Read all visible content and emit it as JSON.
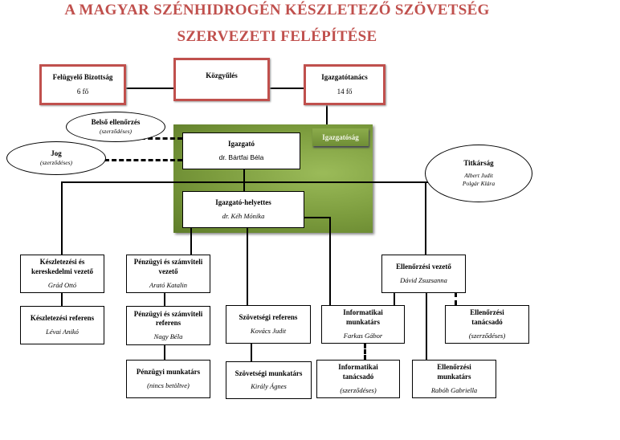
{
  "title": {
    "line1": "A MAGYAR SZÉNHIDROGÉN KÉSZLETEZŐ SZÖVETSÉG",
    "line2": "SZERVEZETI FELÉPÍTÉSE"
  },
  "colors": {
    "title": "#c0504d",
    "board_border": "#c0504d",
    "directorate": "#7a9a3c"
  },
  "board": {
    "felugyelo": {
      "title": "Felügyelő Bizottság",
      "note": "6 fő"
    },
    "kozgyules": {
      "title": "Közgyűlés"
    },
    "igazgatotanacs": {
      "title": "Igazgatótanács",
      "note": "14 fő"
    }
  },
  "directorate_label": "Igazgatóság",
  "ellipses": {
    "belso": {
      "title": "Belső ellenőrzés",
      "note": "(szerződéses)"
    },
    "jog": {
      "title": "Jog",
      "note": "(szerződéses)"
    },
    "titkarsag": {
      "title": "Titkárság",
      "names": [
        "Albert Judit",
        "Polgár Klára"
      ]
    }
  },
  "boxes": {
    "igazgato": {
      "title": "Igazgató",
      "name": "dr. Bártfai Béla"
    },
    "helyettes": {
      "title": "Igazgató-helyettes",
      "name": "dr. Kéh Mónika"
    },
    "kesz_vez": {
      "title": "Készletezési és kereskedelmi vezető",
      "name": "Grád Ottó"
    },
    "kesz_ref": {
      "title": "Készletezési referens",
      "name": "Lévai Anikó"
    },
    "penz_vez": {
      "title": "Pénzügyi és számviteli vezető",
      "name": "Arató Katalin"
    },
    "penz_ref": {
      "title": "Pénzügyi és számviteli referens",
      "name": "Nagy Béla"
    },
    "penz_mt": {
      "title": "Pénzügyi munkatárs",
      "name": "(nincs betöltve)"
    },
    "szov_ref": {
      "title": "Szövetségi referens",
      "name": "Kovács Judit"
    },
    "szov_mt": {
      "title": "Szövetségi munkatárs",
      "name": "Király Ágnes"
    },
    "info_mt": {
      "title": "Informatikai munkatárs",
      "name": "Farkas Gábor"
    },
    "info_tan": {
      "title": "Informatikai tanácsadó",
      "name": "(szerződéses)"
    },
    "ell_vez": {
      "title": "Ellenőrzési vezető",
      "name": "Dávid Zsuzsanna"
    },
    "ell_tan": {
      "title": "Ellenőrzési tanácsadó",
      "name": "(szerződéses)"
    },
    "ell_mt": {
      "title": "Ellenőrzési munkatárs",
      "name": "Rabóh Gabriella"
    }
  }
}
